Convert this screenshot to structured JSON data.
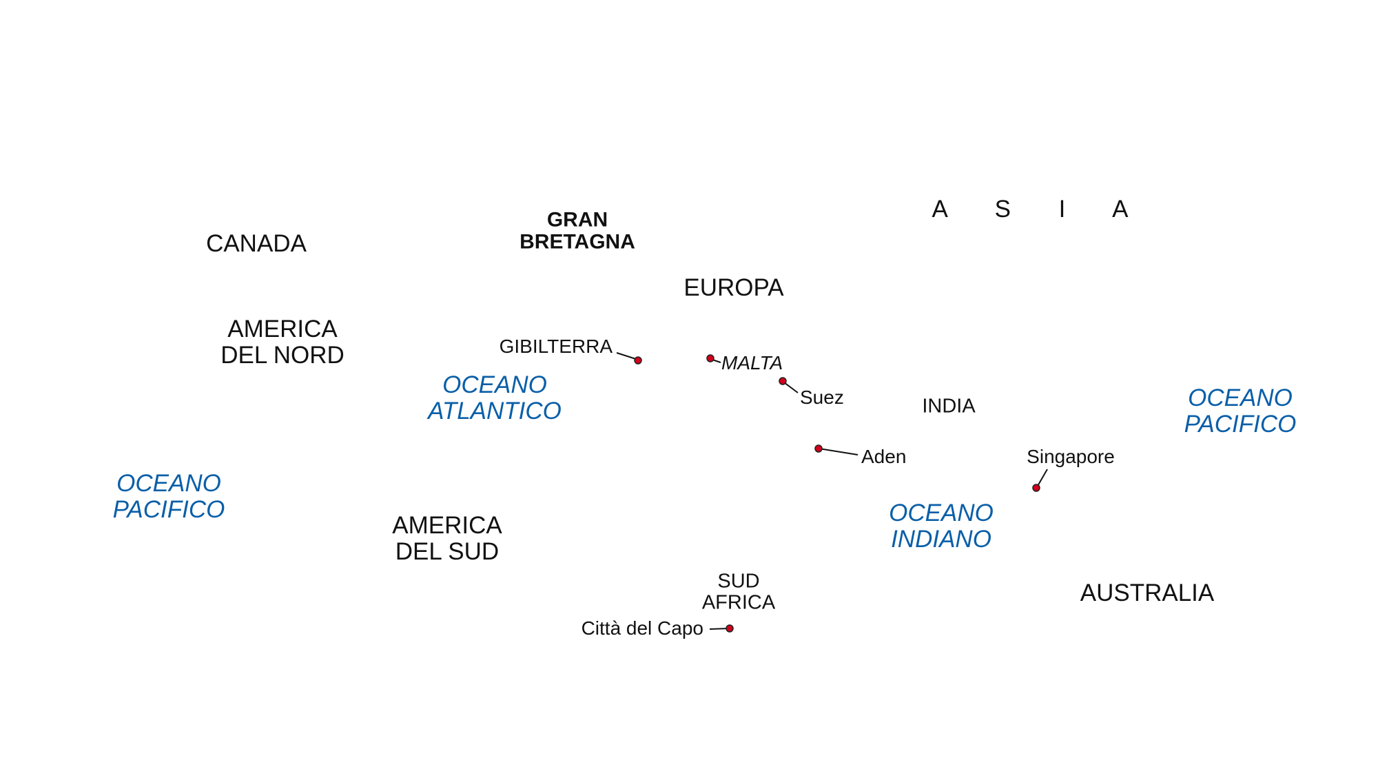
{
  "map": {
    "continents": {
      "asia": "A S I A",
      "europa": "EUROPA",
      "america_nord": [
        "AMERICA",
        "DEL NORD"
      ],
      "america_sud": [
        "AMERICA",
        "DEL SUD"
      ],
      "australia": "AUSTRALIA"
    },
    "countries": {
      "canada": "CANADA",
      "gran_bretagna": [
        "GRAN",
        "BRETAGNA"
      ],
      "india": "INDIA",
      "sud_africa": [
        "SUD",
        "AFRICA"
      ]
    },
    "oceans": {
      "atlantico": [
        "OCEANO",
        "ATLANTICO"
      ],
      "pacifico_west": [
        "OCEANO",
        "PACIFICO"
      ],
      "pacifico_east": [
        "OCEANO",
        "PACIFICO"
      ],
      "indiano": [
        "OCEANO",
        "INDIANO"
      ]
    },
    "places": {
      "gibilterra": "GIBILTERRA",
      "malta": "MALTA",
      "suez": "Suez",
      "aden": "Aden",
      "singapore": "Singapore",
      "citta_del_capo": "Città del Capo"
    },
    "colors": {
      "ocean_label": "#0a5fa8",
      "marker_fill": "#d0021b",
      "marker_stroke": "#222222",
      "leader_line": "#111111",
      "text": "#111111",
      "background": "#ffffff"
    }
  }
}
